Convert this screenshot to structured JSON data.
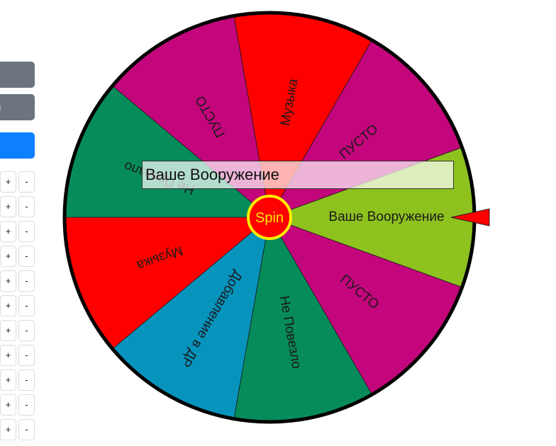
{
  "panel": {
    "buttons": [
      {
        "label": "",
        "variant": "gray"
      },
      {
        "label": "ч",
        "variant": "gray"
      },
      {
        "label": "",
        "variant": "blue"
      }
    ],
    "adjust_rows": 11,
    "plus_label": "+",
    "minus_label": "-"
  },
  "wheel": {
    "spin_label": "Spin",
    "result_text": "Ваше Вооружение",
    "segments": [
      {
        "label": "Ваше Вооружение",
        "color": "#8dc21f"
      },
      {
        "label": "ПУСТО",
        "color": "#c4067c"
      },
      {
        "label": "Не Повезло",
        "color": "#068c5a"
      },
      {
        "label": "Добавление в ДР",
        "color": "#0694bd"
      },
      {
        "label": "Музыка",
        "color": "#ff0000"
      },
      {
        "label": "Не Повезло",
        "color": "#068c5a"
      },
      {
        "label": "ПУСТО",
        "color": "#c4067c"
      },
      {
        "label": "Музыка",
        "color": "#ff0000"
      },
      {
        "label": "ПУСТО",
        "color": "#c4067c"
      }
    ],
    "pointer_color": "#ff0000",
    "hub_color": "#ff0000",
    "hub_ring_color": "#ffee00",
    "spin_text_color": "#ffee00"
  }
}
